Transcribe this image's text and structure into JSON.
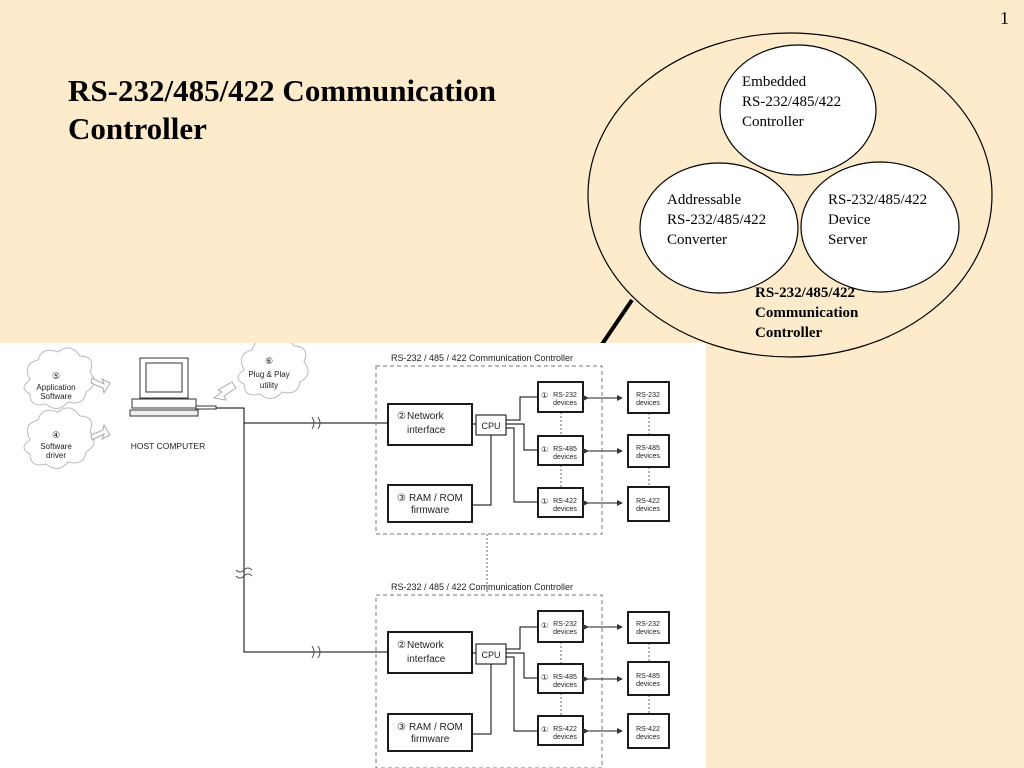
{
  "page_number": "1",
  "title": {
    "line1": "RS-232/485/422 Communication",
    "line2": "Controller"
  },
  "ovals": {
    "embedded": [
      "Embedded",
      "RS-232/485/422",
      "Controller"
    ],
    "addressable": [
      "Addressable",
      "RS-232/485/422",
      "Converter"
    ],
    "device_server": [
      "RS-232/485/422",
      "Device",
      "Server"
    ],
    "caption": [
      "RS-232/485/422",
      "Communication",
      "Controller"
    ]
  },
  "diagram": {
    "left": {
      "app_software": {
        "num": "⑤",
        "lines": [
          "Application",
          "Software"
        ]
      },
      "software_driver": {
        "num": "④",
        "lines": [
          "Software",
          "driver"
        ]
      },
      "plug_play": {
        "num": "⑥",
        "lines": [
          "Plug & Play",
          "utility"
        ]
      },
      "host_label": "HOST COMPUTER"
    },
    "controller_title": "RS-232 / 485 / 422 Communication Controller",
    "network": {
      "num": "②",
      "line1": "Network",
      "line2": "interface"
    },
    "ram": {
      "num": "③",
      "line1": "RAM / ROM",
      "line2": "firmware"
    },
    "cpu": "CPU",
    "ports": [
      {
        "num": "①",
        "line1": "RS-232",
        "line2": "devices"
      },
      {
        "num": "①",
        "line1": "RS-485",
        "line2": "devices"
      },
      {
        "num": "①",
        "line1": "RS-422",
        "line2": "devices"
      }
    ],
    "ext_devices": [
      {
        "line1": "RS-232",
        "line2": "devices"
      },
      {
        "line1": "RS-485",
        "line2": "devices"
      },
      {
        "line1": "RS-422",
        "line2": "devices"
      }
    ]
  }
}
